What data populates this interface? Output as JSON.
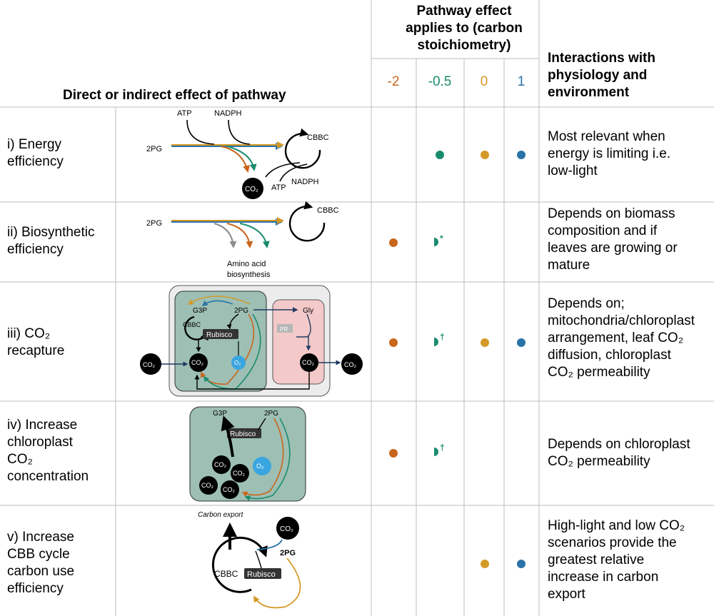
{
  "header": {
    "direct_effect": "Direct or indirect effect of pathway",
    "applies_to": [
      "Pathway effect",
      "applies to (carbon",
      "stoichiometry)"
    ],
    "interactions": [
      "Interactions with",
      "physiology and",
      "environment"
    ],
    "stoichiometry": [
      {
        "label": "-2",
        "color": "#c8661b"
      },
      {
        "label": "-0.5",
        "color": "#1a8c6e"
      },
      {
        "label": "0",
        "color": "#d49a26"
      },
      {
        "label": "1",
        "color": "#2a73a8"
      }
    ]
  },
  "rows": [
    {
      "label": [
        "i) Energy",
        "efficiency"
      ],
      "notes": [
        "Most relevant when",
        "energy is limiting i.e.",
        "low-light"
      ]
    },
    {
      "label": [
        "ii) Biosynthetic",
        "efficiency"
      ],
      "notes": [
        "Depends on biomass",
        "composition and if",
        "leaves are growing or",
        "mature"
      ],
      "mark": "*"
    },
    {
      "label": [
        "iii) CO₂",
        "recapture"
      ],
      "notes": [
        "Depends on;",
        "mitochondria/chloroplast",
        "arrangement, leaf CO₂",
        "diffusion, chloroplast",
        "CO₂ permeability"
      ],
      "mark": "†"
    },
    {
      "label": [
        "iv) Increase",
        "chloroplast",
        "CO₂",
        "concentration"
      ],
      "notes": [
        "Depends on chloroplast",
        "CO₂ permeability"
      ],
      "mark": "†"
    },
    {
      "label": [
        "v) Increase",
        "CBB cycle",
        "carbon use",
        "efficiency"
      ],
      "notes": [
        "High-light and low CO₂",
        "scenarios provide the",
        "greatest relative",
        "increase in carbon",
        "export"
      ]
    }
  ],
  "diagram_labels": {
    "atp": "ATP",
    "nadph": "NADPH",
    "pg2": "2PG",
    "cbbc_caps": "CBBC",
    "cbbc": "CBBC",
    "co2": "CO₂",
    "co2_small": "CO₂",
    "o2": "O₂",
    "amino": [
      "Amino acid",
      "biosynthesis"
    ],
    "g3p": "G3P",
    "rubisco": "Rubisco",
    "gly": "Gly",
    "pr": "PR",
    "carbon_export": "Carbon export"
  }
}
